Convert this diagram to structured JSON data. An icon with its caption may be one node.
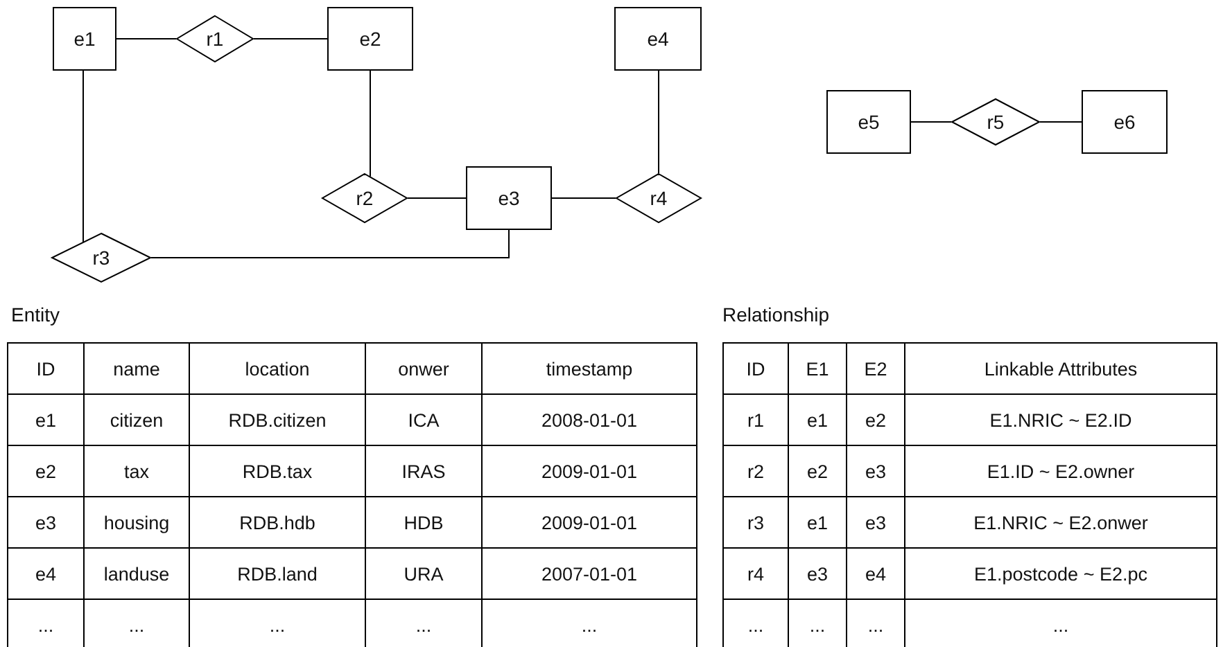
{
  "diagram": {
    "nodes": [
      {
        "text": [
          "e1"
        ]
      },
      {
        "text": [
          "r1"
        ]
      },
      {
        "text": [
          "e2"
        ]
      },
      {
        "text": [
          "e4"
        ]
      },
      {
        "text": [
          "e5"
        ]
      },
      {
        "text": [
          "r5"
        ]
      },
      {
        "text": [
          "e6"
        ]
      },
      {
        "text": [
          "r2"
        ]
      },
      {
        "text": [
          "e3"
        ]
      },
      {
        "text": [
          "r4"
        ]
      },
      {
        "text": [
          "r3"
        ]
      }
    ],
    "edges": [
      {
        "from": 0,
        "to": 1,
        "arrow": "none"
      },
      {
        "from": 1,
        "to": 2,
        "arrow": "none"
      },
      {
        "from": 2,
        "to": 7,
        "arrow": "none"
      },
      {
        "from": 7,
        "to": 8,
        "arrow": "none"
      },
      {
        "from": 8,
        "to": 9,
        "arrow": "none"
      },
      {
        "from": 9,
        "to": 3,
        "arrow": "none"
      },
      {
        "from": 0,
        "to": 10,
        "arrow": "none"
      },
      {
        "from": 10,
        "to": 8,
        "arrow": "none"
      },
      {
        "from": 4,
        "to": 5,
        "arrow": "none"
      },
      {
        "from": 5,
        "to": 6,
        "arrow": "none"
      }
    ],
    "labels": [
      "Entity",
      "Relationship",
      "ID",
      "name",
      "location",
      "onwer",
      "timestamp",
      "e1",
      "citizen",
      "RDB.citizen",
      "ICA",
      "2008-01-01",
      "e2",
      "tax",
      "RDB.tax",
      "IRAS",
      "2009-01-01",
      "e3",
      "housing",
      "RDB.hdb",
      "HDB",
      "2009-01-01",
      "e4",
      "landuse",
      "RDB.land",
      "URA",
      "2007-01-01",
      "...",
      "...",
      "...",
      "...",
      "...",
      "ID",
      "E1",
      "E2",
      "Linkable Attributes",
      "r1",
      "e1",
      "e2",
      "E1.NRIC ~ E2.ID",
      "r2",
      "e2",
      "e3",
      "E1.ID ~ E2.owner",
      "r3",
      "e1",
      "e3",
      "E1.NRIC ~ E2.onwer",
      "r4",
      "e3",
      "e4",
      "E1.postcode ~ E2.pc",
      "...",
      "...",
      "...",
      "..."
    ]
  }
}
